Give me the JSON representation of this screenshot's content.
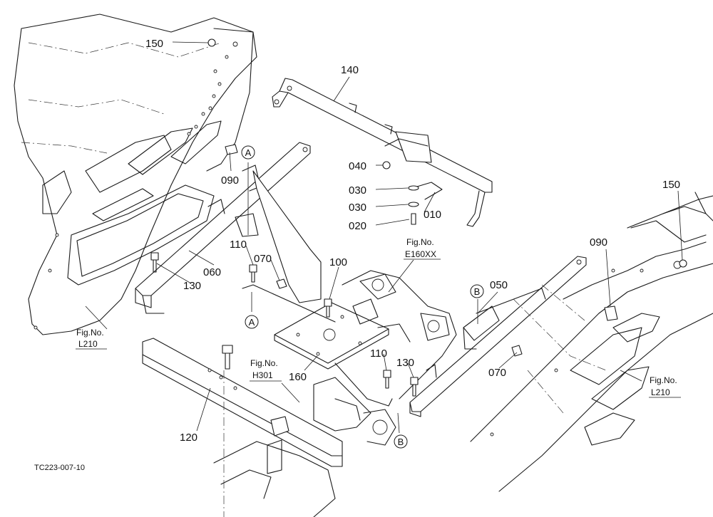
{
  "diagram": {
    "drawing_code": "TC223-007-10",
    "part_numbers": {
      "p150_top": "150",
      "p140": "140",
      "p090_left": "090",
      "p040": "040",
      "p030_a": "030",
      "p030_b": "030",
      "p010": "010",
      "p020": "020",
      "p150_right": "150",
      "p110_top": "110",
      "p070_left": "070",
      "p100": "100",
      "p090_right": "090",
      "p060": "060",
      "p130_left": "130",
      "p050": "050",
      "p070_right": "070",
      "p110_bottom": "110",
      "p130_right": "130",
      "p160": "160",
      "p120": "120"
    },
    "view_markers": {
      "a_top": "A",
      "a_bottom": "A",
      "b_right": "B",
      "b_bottom": "B"
    },
    "figure_refs": {
      "l210_left": {
        "label": "Fig.No.",
        "code": "L210"
      },
      "e160xx": {
        "label": "Fig.No.",
        "code": "E160XX"
      },
      "h301": {
        "label": "Fig.No.",
        "code": "H301"
      },
      "l210_right": {
        "label": "Fig.No.",
        "code": "L210"
      }
    }
  }
}
